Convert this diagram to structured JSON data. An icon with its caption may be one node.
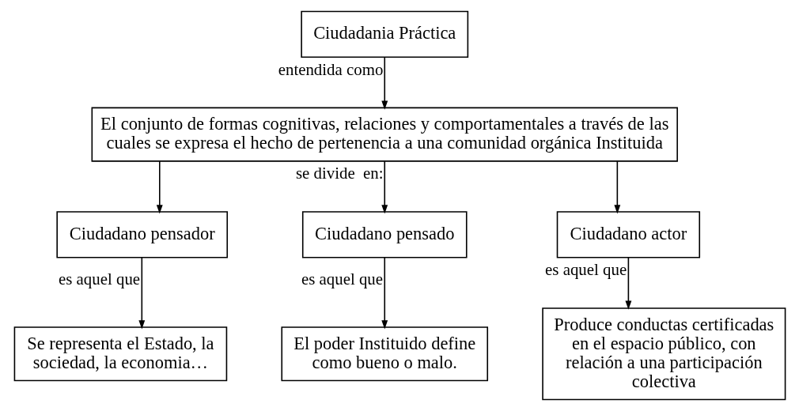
{
  "diagram": {
    "nodes": [
      {
        "text": [
          "Ciudadania Práctica"
        ]
      },
      {
        "text": [
          "El conjunto de formas cognitivas, relaciones y comportamentales a través de las cuales se expresa el hecho de pertenencia a una comunidad orgánica Instituida"
        ]
      },
      {
        "text": [
          "Ciudadano pensador"
        ]
      },
      {
        "text": [
          "Ciudadano pensado"
        ]
      },
      {
        "text": [
          "Ciudadano actor"
        ]
      },
      {
        "text": [
          "Se representa el Estado, la sociedad, la economia…"
        ]
      },
      {
        "text": [
          "El poder Instituido define como bueno o malo."
        ]
      },
      {
        "text": [
          "Produce conductas certificadas en el espacio público, con relación a una participación colectiva"
        ]
      }
    ],
    "edges": [
      {
        "from": 0,
        "to": 1,
        "arrow": "to",
        "label": "entendida como"
      },
      {
        "from": 1,
        "to": 2,
        "arrow": "to"
      },
      {
        "from": 1,
        "to": 3,
        "arrow": "to",
        "label": "se divide  en:"
      },
      {
        "from": 1,
        "to": 4,
        "arrow": "to"
      },
      {
        "from": 2,
        "to": 5,
        "arrow": "to",
        "label": "es aquel que"
      },
      {
        "from": 3,
        "to": 6,
        "arrow": "to",
        "label": "es aquel que"
      },
      {
        "from": 4,
        "to": 7,
        "arrow": "to",
        "label": "es aquel que"
      }
    ]
  }
}
